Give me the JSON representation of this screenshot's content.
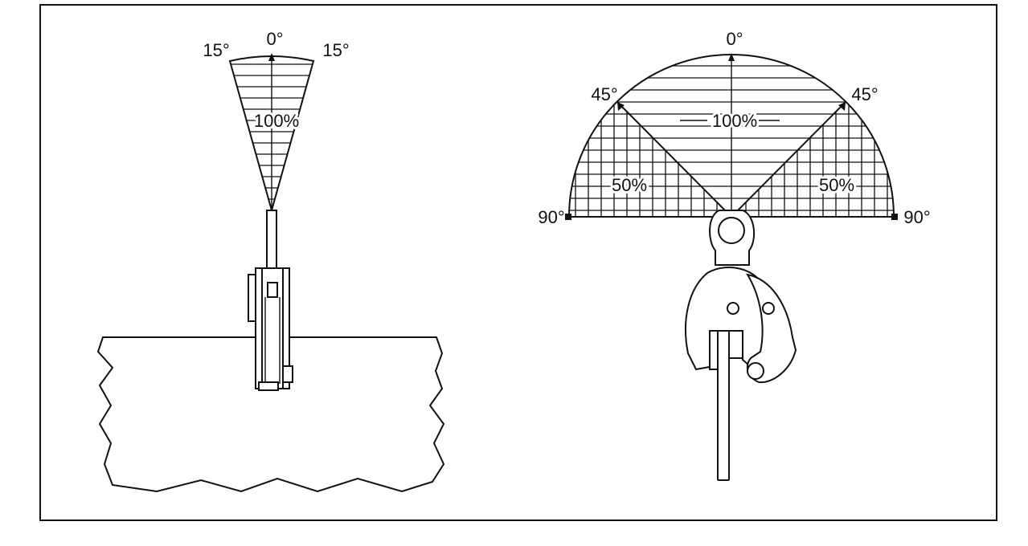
{
  "left_diagram": {
    "angle_center": "0°",
    "angle_left": "15°",
    "angle_right": "15°",
    "capacity": "100%"
  },
  "right_diagram": {
    "angle_center": "0°",
    "angle_left_45": "45°",
    "angle_right_45": "45°",
    "angle_left_90": "90°",
    "angle_right_90": "90°",
    "capacity_center": "100%",
    "capacity_left": "50%",
    "capacity_right": "50%"
  }
}
